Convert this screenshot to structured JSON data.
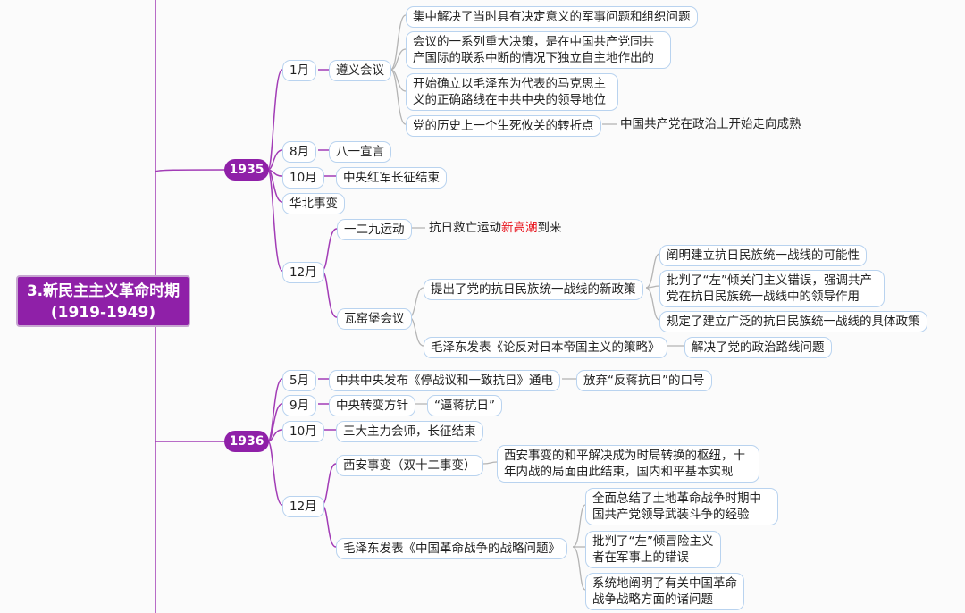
{
  "colors": {
    "branch": "#a23cb6",
    "leaf": "#b4b4b4",
    "accent": "#8f20a8",
    "highlight": "#e8101a"
  },
  "root": {
    "line1": "3.新民主主义革命时期",
    "line2": "(1919-1949)"
  },
  "y1935": {
    "label": "1935",
    "jan": {
      "month": "1月",
      "event": "遵义会议",
      "points": [
        "集中解决了当时具有决定意义的军事问题和组织问题",
        "会议的一系列重大决策，是在中国共产党同共产国际的联系中断的情况下独立自主地作出的",
        "开始确立以毛泽东为代表的马克思主义的正确路线在中共中央的领导地位",
        "党的历史上一个生死攸关的转折点"
      ],
      "turning_point_note": "中国共产党在政治上开始走向成熟"
    },
    "aug": {
      "month": "8月",
      "event": "八一宣言"
    },
    "oct": {
      "month": "10月",
      "event": "中央红军长征结束"
    },
    "huabei": "华北事变",
    "dec": {
      "month": "12月",
      "dec9": {
        "event": "一二九运动",
        "result_pre": "抗日救亡运动",
        "result_hl": "新高潮",
        "result_post": "到来"
      },
      "wayaobao": {
        "event": "瓦窑堡会议",
        "policy": "提出了党的抗日民族统一战线的新政策",
        "policy_points": [
          "阐明建立抗日民族统一战线的可能性",
          "批判了“左”倾关门主义错误，强调共产党在抗日民族统一战线中的领导作用",
          "规定了建立广泛的抗日民族统一战线的具体政策"
        ],
        "essay": "毛泽东发表《论反对日本帝国主义的策略》",
        "essay_result": "解决了党的政治路线问题"
      }
    }
  },
  "y1936": {
    "label": "1936",
    "may": {
      "month": "5月",
      "event": "中共中央发布《停战议和一致抗日》通电",
      "result": "放弃“反蒋抗日”的口号"
    },
    "sep": {
      "month": "9月",
      "event": "中央转变方针",
      "result": "“逼蒋抗日”"
    },
    "oct": {
      "month": "10月",
      "event": "三大主力会师，长征结束"
    },
    "dec": {
      "month": "12月",
      "xian": {
        "event": "西安事变（双十二事变）",
        "result": "西安事变的和平解决成为时局转换的枢纽，十年内战的局面由此结束，国内和平基本实现"
      },
      "essay": {
        "event": "毛泽东发表《中国革命战争的战略问题》",
        "points": [
          "全面总结了土地革命战争时期中国共产党领导武装斗争的经验",
          "批判了“左”倾冒险主义者在军事上的错误",
          "系统地阐明了有关中国革命战争战略方面的诸问题"
        ]
      }
    }
  }
}
